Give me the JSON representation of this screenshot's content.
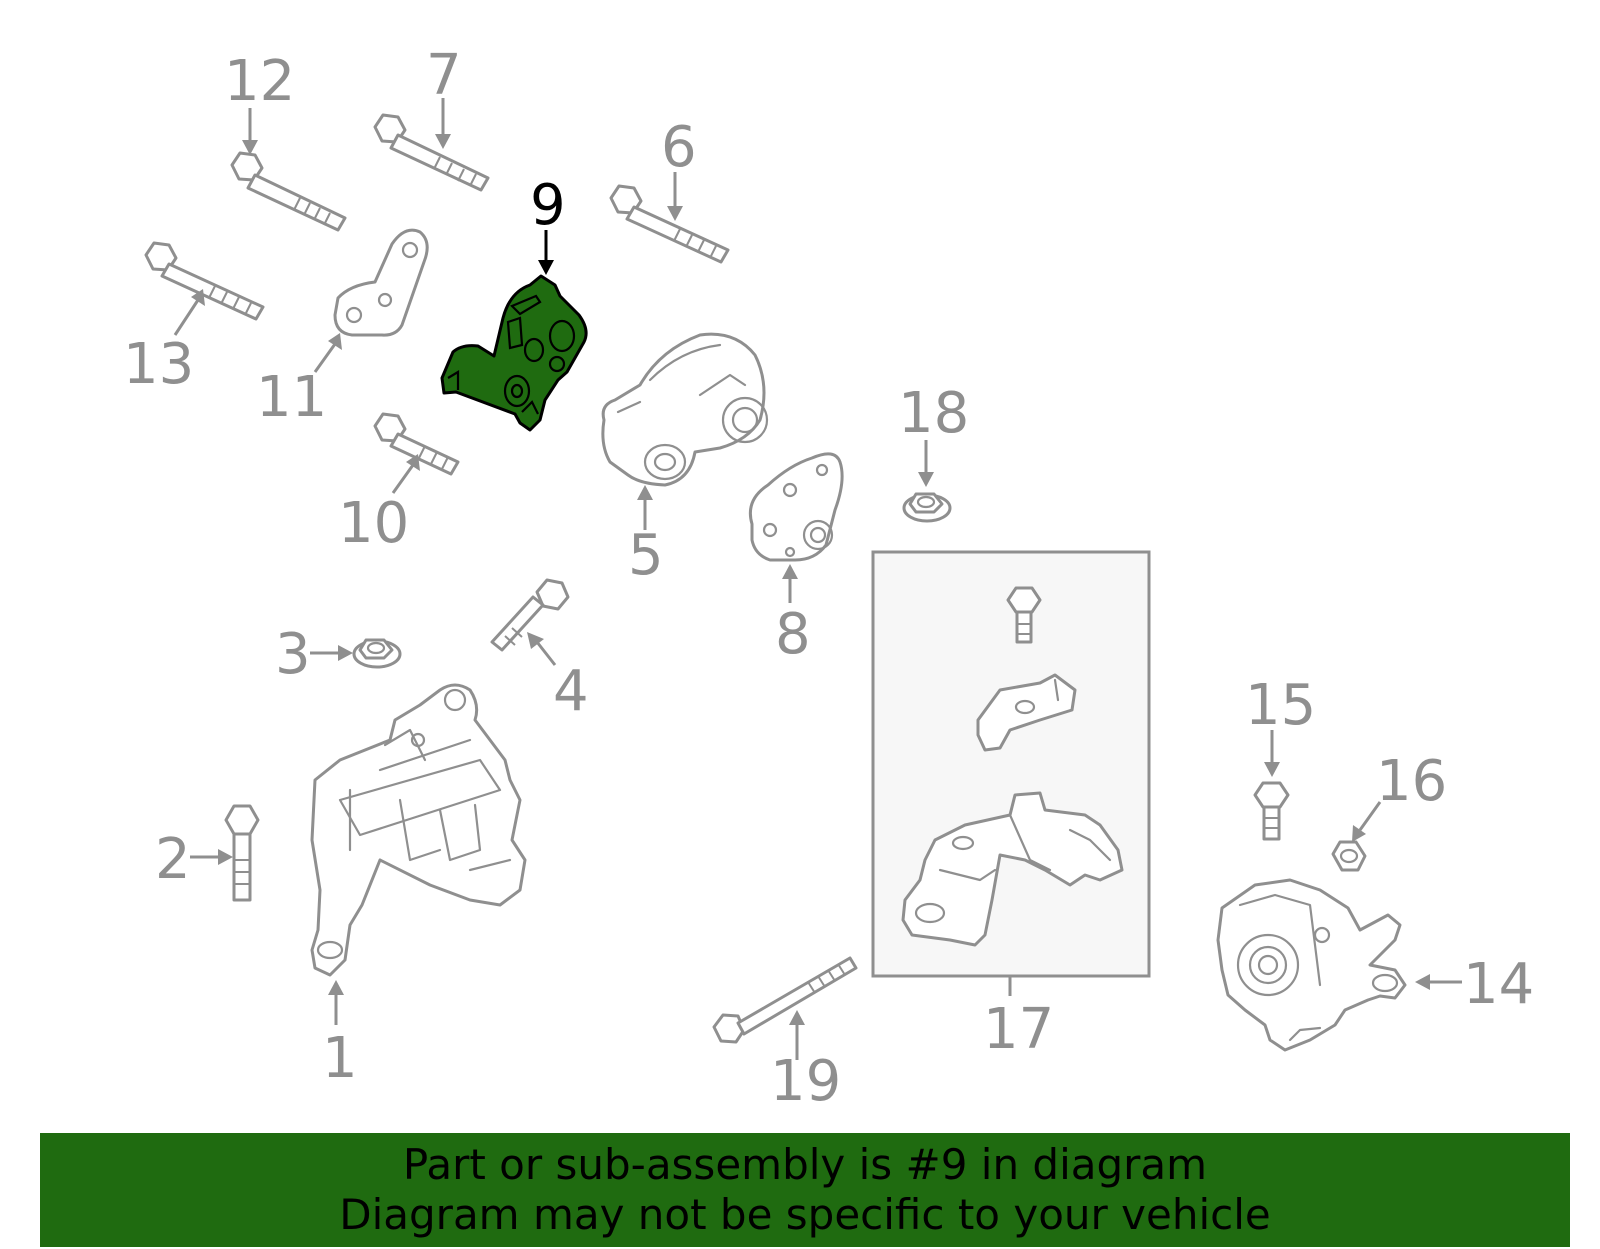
{
  "diagram": {
    "highlighted_part": "9",
    "callouts": [
      "1",
      "2",
      "3",
      "4",
      "5",
      "6",
      "7",
      "8",
      "9",
      "10",
      "11",
      "12",
      "13",
      "14",
      "15",
      "16",
      "17",
      "18",
      "19"
    ]
  },
  "banner": {
    "line1": "Part or sub-assembly is #9 in diagram",
    "line2": "Diagram may not be specific to your vehicle"
  },
  "colors": {
    "highlight": "#1f6b10",
    "line_art": "#8f8f8f",
    "banner": "#1f6b10"
  }
}
